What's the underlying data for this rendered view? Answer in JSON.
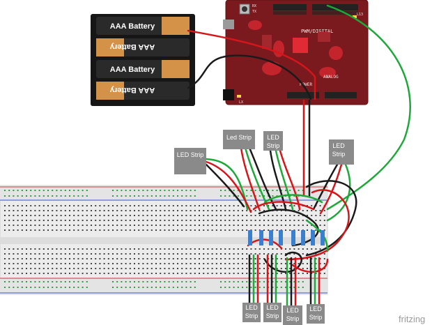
{
  "battery_pack": {
    "cells": [
      {
        "label": "AAA Battery"
      },
      {
        "label": "AAA Battery"
      },
      {
        "label": "AAA Battery"
      },
      {
        "label": "AAA Battery"
      }
    ]
  },
  "arduino": {
    "pwm_label": "PWM/DIGITAL",
    "analog_label": "ANALOG",
    "power_label": "POWER",
    "rx_label": "RX",
    "tx_label": "TX",
    "l13_label": "L13",
    "lx_label": "LX"
  },
  "led_strips": [
    {
      "label_line1": "LED Strip",
      "label_line2": ""
    },
    {
      "label_line1": "Led Strip",
      "label_line2": ""
    },
    {
      "label_line1": "LED",
      "label_line2": "Strip"
    },
    {
      "label_line1": "LED",
      "label_line2": "Strip"
    },
    {
      "label_line1": "LED",
      "label_line2": "Strip"
    },
    {
      "label_line1": "LED",
      "label_line2": "Strip"
    },
    {
      "label_line1": "LED",
      "label_line2": "Strip"
    },
    {
      "label_line1": "LED",
      "label_line2": "Strip"
    }
  ],
  "watermark": "fritzing",
  "colors": {
    "board": "#7a1a1e",
    "wire_red": "#d4161b",
    "wire_green": "#1fa83a",
    "wire_black": "#1a1a1a",
    "transistor_blue": "#3a7fd0",
    "strip_box": "#8a8a8a"
  }
}
